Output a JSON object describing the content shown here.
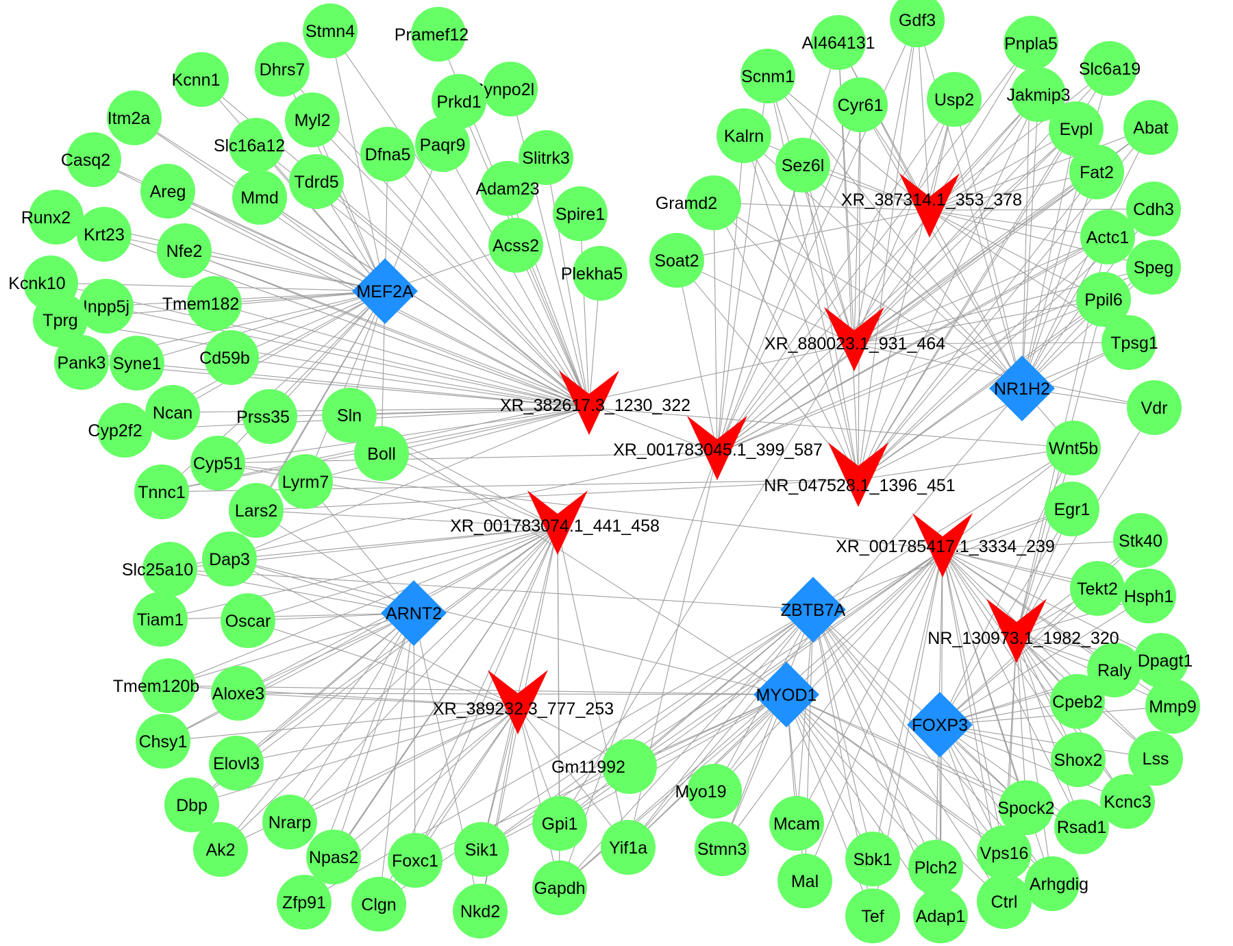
{
  "colors": {
    "gene": "#66ff66",
    "tf": "#1e90ff",
    "lnc": "#ff0000",
    "edge": "#9e9e9e",
    "text": "#000000"
  },
  "genes": [
    "Stmn4",
    "Pramef12",
    "Dhrs7",
    "Kcnn1",
    "Synpo2l",
    "Prkd1",
    "Myl2",
    "Itm2a",
    "Slc16a12",
    "Paqr9",
    "Slitrk3",
    "Dfna5",
    "Casq2",
    "Tdrd5",
    "Adam23",
    "Areg",
    "Mmd",
    "Spire1",
    "Runx2",
    "Krt23",
    "Acss2",
    "Nfe2",
    "Plekha5",
    "Kcnk10",
    "Inpp5j",
    "Tmem182",
    "Tprg",
    "Pank3",
    "Syne1",
    "Cd59b",
    "Sln",
    "Ncan",
    "Prss35",
    "Cyp2f2",
    "Boll",
    "Cyp51",
    "Lyrm7",
    "Tnnc1",
    "Lars2",
    "Dap3",
    "Slc25a10",
    "Tiam1",
    "Oscar",
    "Tmem120b",
    "Aloxe3",
    "Chsy1",
    "Elovl3",
    "Dbp",
    "Nrarp",
    "Ak2",
    "Npas2",
    "Zfp91",
    "Foxc1",
    "Clgn",
    "Nkd2",
    "Sik1",
    "Gpi1",
    "Gapdh",
    "Yif1a",
    "Gm11992",
    "Myo19",
    "Stmn3",
    "Mcam",
    "Mal",
    "Sbk1",
    "Tef",
    "Plch2",
    "Adap1",
    "Vps16",
    "Ctrl",
    "Arhgdig",
    "Spock2",
    "Rsad1",
    "Kcnc3",
    "Shox2",
    "Lss",
    "Cpeb2",
    "Mmp9",
    "Raly",
    "Dpagt1",
    "Hsph1",
    "Tekt2",
    "Stk40",
    "Egr1",
    "Wnt5b",
    "Vdr",
    "Tpsg1",
    "Ppil6",
    "Speg",
    "Actc1",
    "Cdh3",
    "Fat2",
    "Abat",
    "Evpl",
    "Slc6a19",
    "Jakmip3",
    "Pnpla5",
    "Usp2",
    "Gdf3",
    "Cyr61",
    "AI464131",
    "Scnm1",
    "Kalrn",
    "Sez6l",
    "Gramd2",
    "Soat2"
  ],
  "tfs": [
    "MEF2A",
    "NR1H2",
    "ARNT2",
    "ZBTB7A",
    "MYOD1",
    "FOXP3"
  ],
  "lncrnas": [
    "XR_382617.3_1230_322",
    "XR_387314.1_353_378",
    "XR_880023.1_931_464",
    "XR_001783045.1_399_587",
    "NR_047528.1_1396_451",
    "XR_001783074.1_441_458",
    "XR_001785417.1_3334_239",
    "NR_130973.1_1982_320",
    "XR_389232.3_777_253"
  ]
}
